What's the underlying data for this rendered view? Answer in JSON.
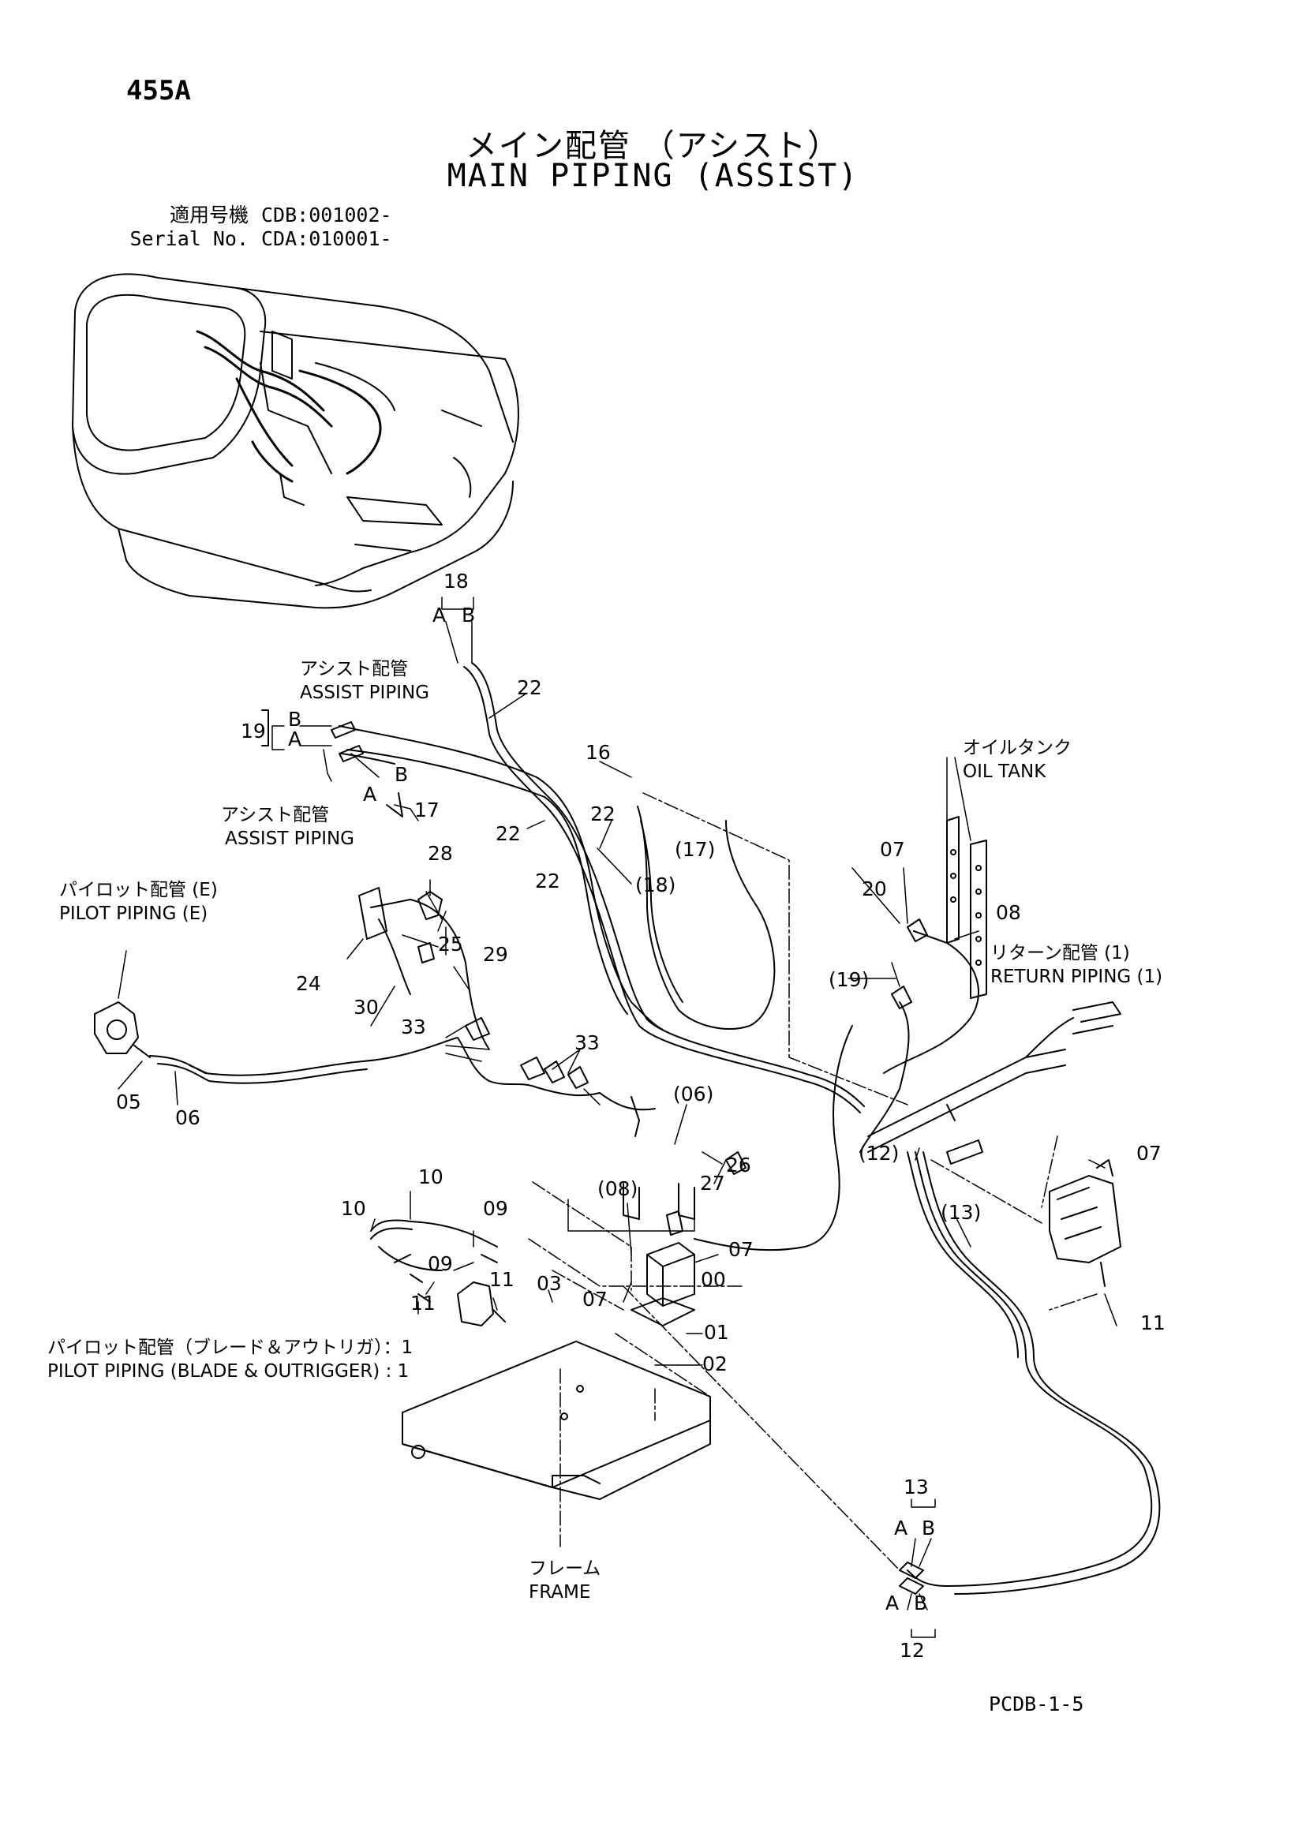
{
  "header": {
    "page_number": "455A",
    "title_jp": "メイン配管 （アシスト）",
    "title_en": "MAIN PIPING (ASSIST)",
    "serial_label_jp": "適用号機",
    "serial_value_1": "CDB:001002-",
    "serial_label_en": "Serial No.",
    "serial_value_2": "CDA:010001-"
  },
  "labels": {
    "assist_piping_jp": "アシスト配管",
    "assist_piping_en": "ASSIST PIPING",
    "oil_tank_jp": "オイルタンク",
    "oil_tank_en": "OIL TANK",
    "pilot_e_jp": "パイロット配管 (E)",
    "pilot_e_en": "PILOT PIPING (E)",
    "return_jp": "リターン配管 (1)",
    "return_en": "RETURN PIPING (1)",
    "pilot_blade_jp": "パイロット配管（ブレード＆アウトリガ）：1",
    "pilot_blade_en": "PILOT PIPING (BLADE & OUTRIGGER) : 1",
    "frame_jp": "フレーム",
    "frame_en": "FRAME"
  },
  "callouts": {
    "c18": "18",
    "c22": "22",
    "c19": "19",
    "c17": "17",
    "c16": "16",
    "c16p17": "(17)",
    "c16p18": "(18)",
    "c28": "28",
    "c25": "25",
    "c24": "24",
    "c29": "29",
    "c30": "30",
    "c33": "33",
    "c05": "05",
    "c06": "06",
    "c06p": "(06)",
    "c07": "07",
    "c20": "20",
    "c08": "08",
    "c19p": "(19)",
    "c26": "26",
    "c27": "27",
    "c08p": "(08)",
    "c10": "10",
    "c09": "09",
    "c11": "11",
    "c03": "03",
    "c00": "00",
    "c01": "01",
    "c02": "02",
    "c12p": "(12)",
    "c13p": "(13)",
    "c13": "13",
    "c12": "12",
    "A": "A",
    "B": "B"
  },
  "footer": {
    "code": "PCDB-1-5"
  },
  "colors": {
    "ink": "#000000",
    "paper": "#ffffff"
  }
}
